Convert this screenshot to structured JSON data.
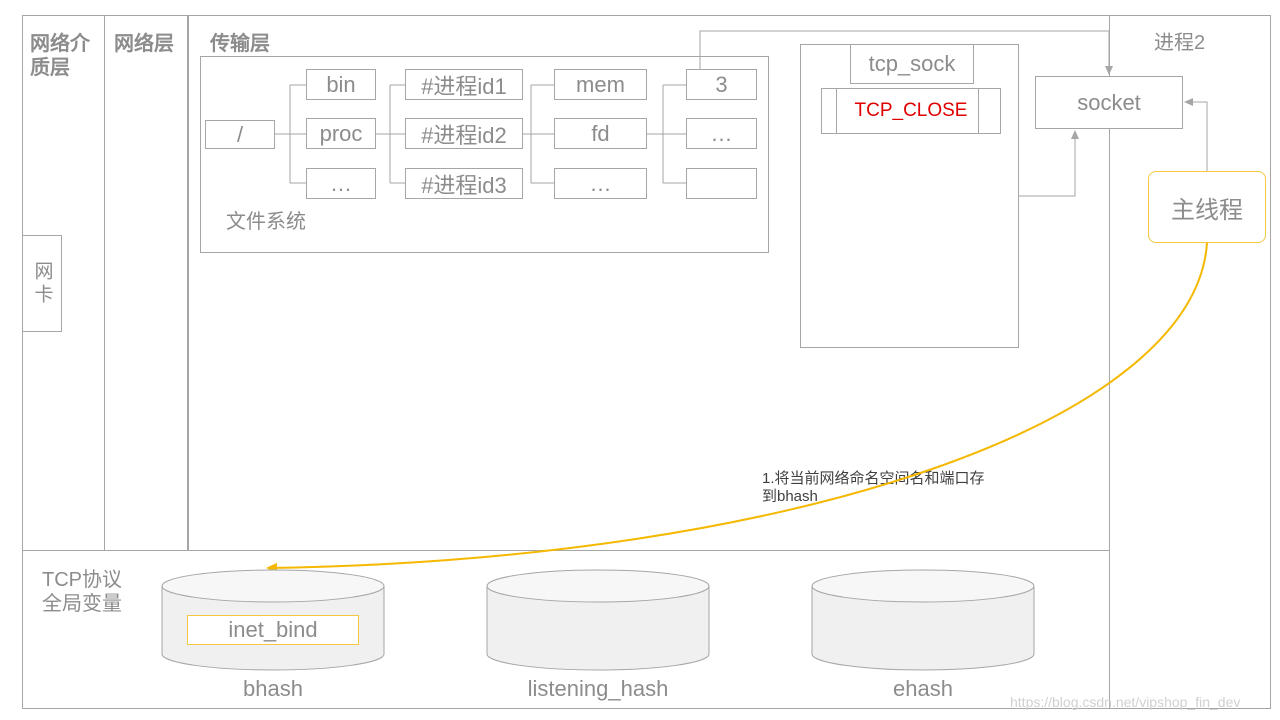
{
  "layers": {
    "network_media": "网络介质层",
    "network": "网络层",
    "transport": "传输层",
    "process": "进程2"
  },
  "nic": "网卡",
  "filesystem": {
    "label": "文件系统",
    "root": "/",
    "level1": [
      "bin",
      "proc",
      "…"
    ],
    "level2": [
      "#进程id1",
      "#进程id2",
      "#进程id3"
    ],
    "level3": [
      "mem",
      "fd",
      "…"
    ],
    "level4": [
      "3",
      "…",
      ""
    ]
  },
  "tcp_sock": {
    "title": "tcp_sock",
    "state": "TCP_CLOSE"
  },
  "socket": "socket",
  "main_thread": "主线程",
  "annotation": {
    "line1": "1.将当前网络命名空间名和端口存",
    "line2": "到bhash"
  },
  "tcp_globals": {
    "label_line1": "TCP协议",
    "label_line2": "全局变量",
    "tables": [
      {
        "name": "bhash",
        "entry": "inet_bind"
      },
      {
        "name": "listening_hash",
        "entry": ""
      },
      {
        "name": "ehash",
        "entry": ""
      }
    ]
  },
  "watermark": "https://blog.csdn.net/vipshop_fin_dev",
  "colors": {
    "border": "#a6a6a6",
    "text": "#8c8c8c",
    "state_red": "#e00000",
    "accent_yellow": "#f5b800"
  }
}
